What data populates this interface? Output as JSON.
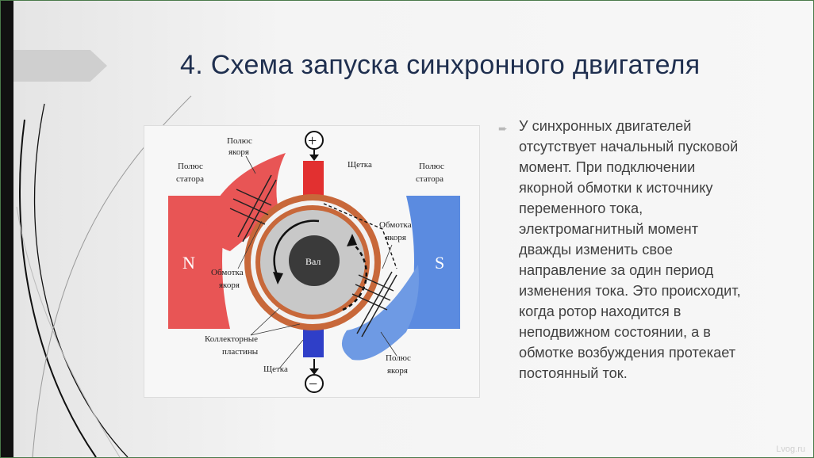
{
  "slide": {
    "title": "4. Схема запуска синхронного двигателя",
    "body": "У синхронных двигателей\nотсутствует начальный пусковой\nмомент. При подключении\nякорной обмотки к источнику\nпеременного тока,\nэлектромагнитный момент\nдважды изменить свое\nнаправление за один период\nизменения тока. Это происходит,\nкогда ротор находится в\nнеподвижном состоянии, а в\nобмотке возбуждения протекает\nпостоянный ток.",
    "watermark": "Lvog.ru"
  },
  "diagram": {
    "plus": "+",
    "minus": "−",
    "north": "N",
    "south": "S",
    "shaft": "Вал",
    "labels": {
      "armature_pole_top_1": "Полюс",
      "armature_pole_top_2": "якоря",
      "stator_pole_left_1": "Полюс",
      "stator_pole_left_2": "статора",
      "brush_top": "Щетка",
      "stator_pole_right_1": "Полюс",
      "stator_pole_right_2": "статора",
      "winding_right_1": "Обмотка",
      "winding_right_2": "якоря",
      "winding_left_1": "Обмотка",
      "winding_left_2": "якоря",
      "collector_1": "Коллекторные",
      "collector_2": "пластины",
      "brush_bottom": "Щетка",
      "armature_pole_bottom_1": "Полюс",
      "armature_pole_bottom_2": "якоря"
    }
  },
  "colors": {
    "title": "#1f2f4f",
    "north_pole": "#e85555",
    "south_pole": "#5b8be0",
    "brush_top": "#e23030",
    "brush_bottom": "#2f3fc8",
    "commutator_ring": "#c8683a"
  }
}
